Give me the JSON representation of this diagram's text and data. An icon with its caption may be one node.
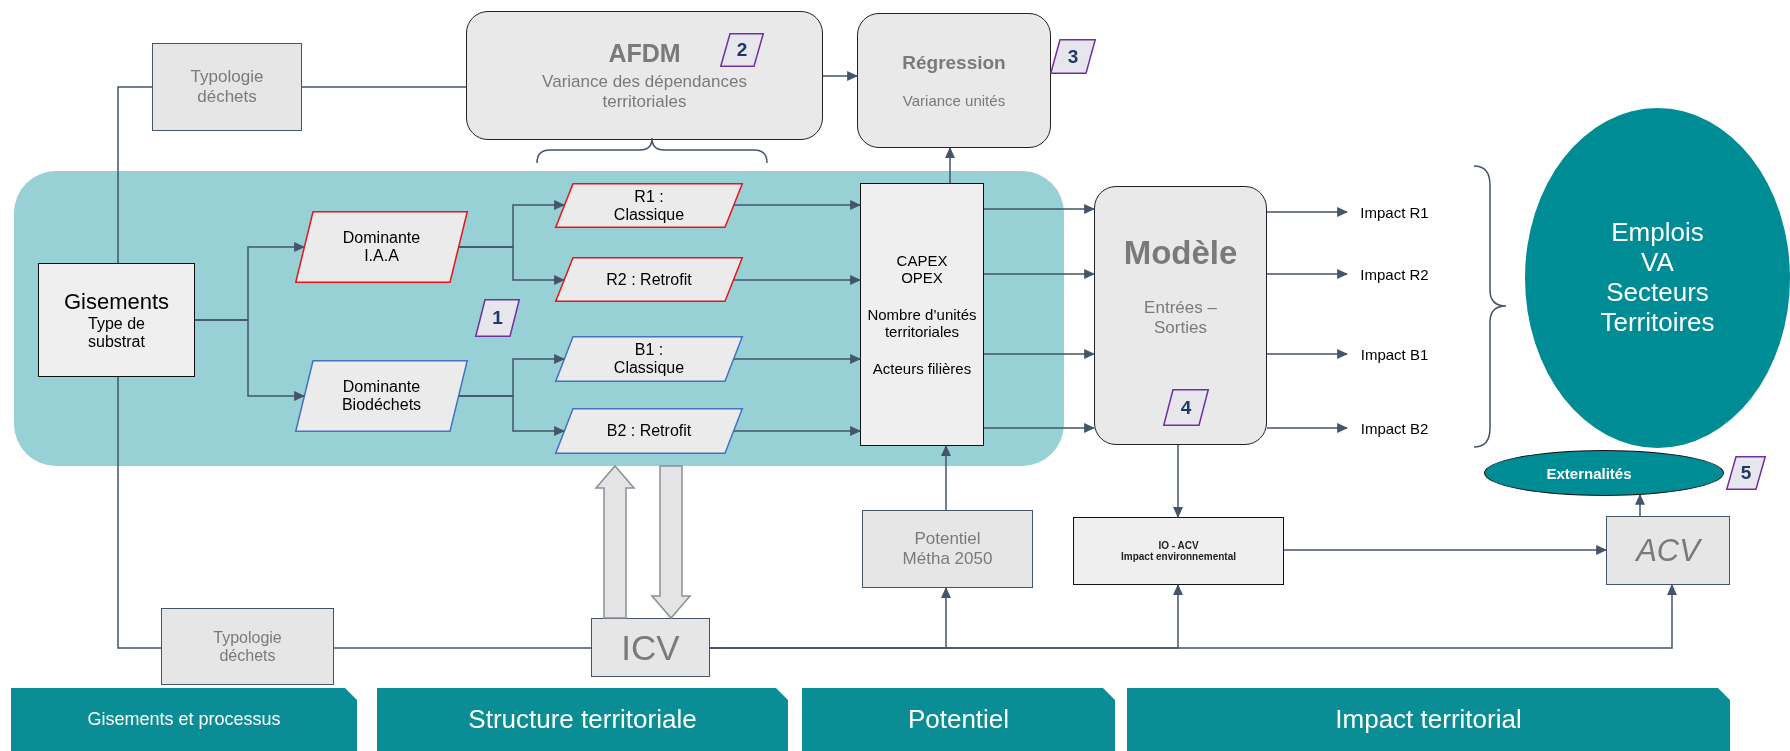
{
  "diagram": {
    "nodes": [
      {
        "text": [
          "Typologie déchets"
        ]
      },
      {
        "text": [
          "AFDM",
          "Variance des dépendances territoriales"
        ]
      },
      {
        "text": [
          "Régression",
          "Variance unités"
        ]
      },
      {
        "text": [],
        "shape": "box"
      },
      {
        "text": [
          "Gisements",
          "Type de substrat"
        ],
        "in": 3
      },
      {
        "text": [
          "Dominante I.A.A"
        ],
        "in": 3
      },
      {
        "text": [
          "Dominante Biodéchets"
        ],
        "in": 3
      },
      {
        "text": [
          "R1 : Classique"
        ],
        "in": 3
      },
      {
        "text": [
          "R2 : Retrofit"
        ],
        "in": 3
      },
      {
        "text": [
          "B1 : Classique"
        ],
        "in": 3
      },
      {
        "text": [
          "B2 : Retrofit"
        ],
        "in": 3
      },
      {
        "text": [
          "CAPEX OPEX",
          "Nombre d’unités territoriales",
          "Acteurs filières"
        ],
        "in": 3
      },
      {
        "text": [
          "Modèle",
          "Entrées – Sorties"
        ]
      },
      {
        "text": [
          "Impact R1"
        ]
      },
      {
        "text": [
          "Impact R2"
        ]
      },
      {
        "text": [
          "Impact B1"
        ]
      },
      {
        "text": [
          "Impact B2"
        ]
      },
      {
        "text": [
          "Emplois VA Secteurs Territoires"
        ]
      },
      {
        "text": [
          "Externalités"
        ]
      },
      {
        "text": [
          "Potentiel Métha 2050"
        ]
      },
      {
        "text": [
          "IO - ACV",
          "Impact environnemental"
        ]
      },
      {
        "text": [
          "ACV"
        ]
      },
      {
        "text": [
          "Typologie déchets"
        ]
      },
      {
        "text": [
          "ICV"
        ]
      },
      {
        "text": [
          "Gisements et processus"
        ]
      },
      {
        "text": [
          "Structure territoriale"
        ]
      },
      {
        "text": [
          "Potentiel"
        ]
      },
      {
        "text": [
          "Impact territorial"
        ]
      },
      {
        "text": [
          "1"
        ],
        "in": 3
      },
      {
        "text": [
          "2"
        ],
        "in": 1
      },
      {
        "text": [
          "3"
        ]
      },
      {
        "text": [
          "4"
        ],
        "in": 12
      },
      {
        "text": [
          "5"
        ]
      }
    ],
    "edges": [
      {
        "from": 4,
        "to": 0,
        "arrow": "none"
      },
      {
        "from": 0,
        "to": 1,
        "arrow": "none"
      },
      {
        "from": 1,
        "to": 2,
        "arrow": "to"
      },
      {
        "from": 4,
        "to": 5,
        "arrow": "to"
      },
      {
        "from": 4,
        "to": 6,
        "arrow": "to"
      },
      {
        "from": 5,
        "to": 7,
        "arrow": "to"
      },
      {
        "from": 5,
        "to": 8,
        "arrow": "to"
      },
      {
        "from": 6,
        "to": 9,
        "arrow": "to"
      },
      {
        "from": 6,
        "to": 10,
        "arrow": "to"
      },
      {
        "from": 7,
        "to": 11,
        "arrow": "to"
      },
      {
        "from": 8,
        "to": 11,
        "arrow": "to"
      },
      {
        "from": 9,
        "to": 11,
        "arrow": "to"
      },
      {
        "from": 10,
        "to": 11,
        "arrow": "to"
      },
      {
        "from": 11,
        "to": 2,
        "arrow": "to"
      },
      {
        "from": 11,
        "to": 12,
        "arrow": "to"
      },
      {
        "from": 11,
        "to": 12,
        "arrow": "to"
      },
      {
        "from": 11,
        "to": 12,
        "arrow": "to"
      },
      {
        "from": 11,
        "to": 12,
        "arrow": "to"
      },
      {
        "from": 12,
        "to": 13,
        "arrow": "to"
      },
      {
        "from": 12,
        "to": 14,
        "arrow": "to"
      },
      {
        "from": 12,
        "to": 15,
        "arrow": "to"
      },
      {
        "from": 12,
        "to": 16,
        "arrow": "to"
      },
      {
        "from": 12,
        "to": 20,
        "arrow": "to"
      },
      {
        "from": 20,
        "to": 21,
        "arrow": "to"
      },
      {
        "from": 21,
        "to": 18,
        "arrow": "to"
      },
      {
        "from": 4,
        "to": 22,
        "arrow": "none"
      },
      {
        "from": 22,
        "to": 23,
        "arrow": "none"
      },
      {
        "from": 23,
        "to": 19,
        "arrow": "to"
      },
      {
        "from": 23,
        "to": 20,
        "arrow": "to"
      },
      {
        "from": 23,
        "to": 21,
        "arrow": "to"
      },
      {
        "from": 19,
        "to": 11,
        "arrow": "to"
      },
      {
        "from": 23,
        "to": 3,
        "arrow": "to",
        "style": "thick"
      },
      {
        "from": 3,
        "to": 23,
        "arrow": "to",
        "style": "thick"
      }
    ]
  }
}
